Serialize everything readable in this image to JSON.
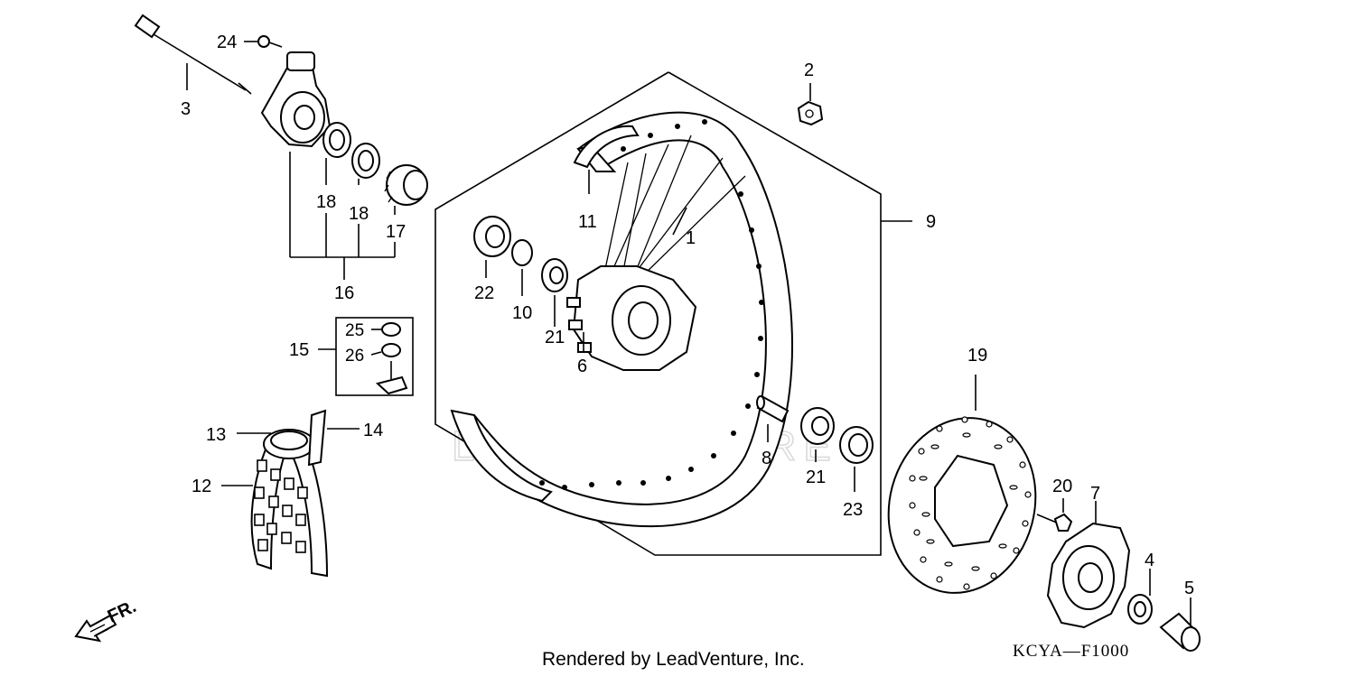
{
  "callouts": {
    "c1": "1",
    "c2": "2",
    "c3": "3",
    "c4": "4",
    "c5": "5",
    "c6": "6",
    "c7": "7",
    "c8": "8",
    "c9": "9",
    "c10": "10",
    "c11": "11",
    "c12": "12",
    "c13": "13",
    "c14": "14",
    "c15": "15",
    "c16": "16",
    "c17": "17",
    "c18a": "18",
    "c18b": "18",
    "c19": "19",
    "c20": "20",
    "c21a": "21",
    "c21b": "21",
    "c22": "22",
    "c23": "23",
    "c24": "24",
    "c25": "25",
    "c26": "26"
  },
  "direction_marker": "FR.",
  "diagram_code": "KCYA—F1000",
  "footer_text": "Rendered by LeadVenture, Inc.",
  "watermark_text": "LEADVENTURE"
}
